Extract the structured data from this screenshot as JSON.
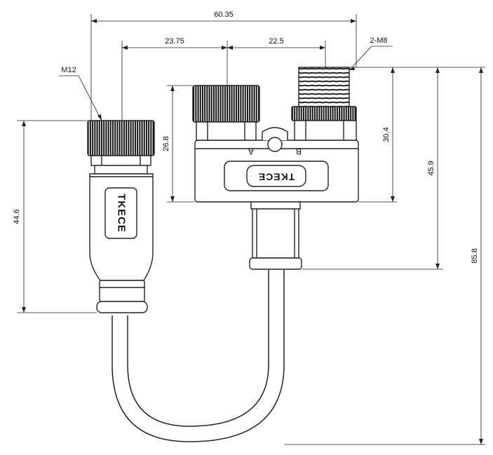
{
  "dimensions": {
    "overall_width": "60.35",
    "left_offset": "23.75",
    "right_offset": "22.5",
    "left_height": "44.6",
    "body_height": "26.8",
    "thread_height": "30.4",
    "stem_height": "45.9",
    "total_height": "85.8"
  },
  "callouts": {
    "female_thread": "M12",
    "male_thread": "2-M8"
  },
  "labels": {
    "brand_left": "TKECE",
    "brand_tee": "TKECE",
    "port_a": "A",
    "port_b": "B"
  }
}
